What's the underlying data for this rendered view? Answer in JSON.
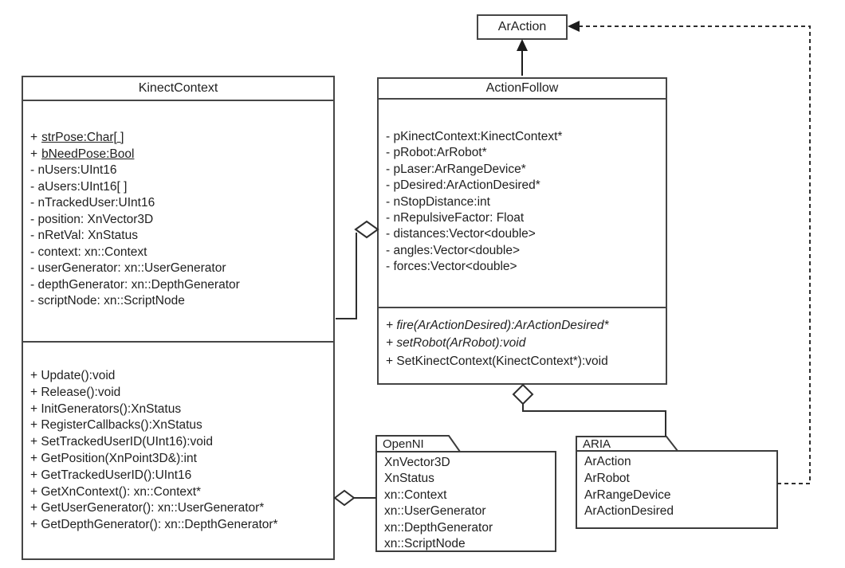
{
  "diagram": {
    "type": "uml-class-diagram",
    "colors": {
      "background": "#ffffff",
      "box_border": "#464646",
      "text": "#1f1f1f",
      "connector_line": "#3a3a3a"
    }
  },
  "ar_action": {
    "title": "ArAction"
  },
  "kinect": {
    "title": "KinectContext",
    "static_prefix": "+",
    "static_attributes": [
      "strPose:Char[ ]",
      "bNeedPose:Bool"
    ],
    "attributes": [
      "- nUsers:UInt16",
      "- aUsers:UInt16[ ]",
      "- nTrackedUser:UInt16",
      "- position: XnVector3D",
      "- nRetVal: XnStatus",
      "- context: xn::Context",
      "- userGenerator: xn::UserGenerator",
      "- depthGenerator: xn::DepthGenerator",
      "- scriptNode: xn::ScriptNode"
    ],
    "methods": [
      "+ Update():void",
      "+ Release():void",
      "+ InitGenerators():XnStatus",
      "+ RegisterCallbacks():XnStatus",
      "+ SetTrackedUserID(UInt16):void",
      "+ GetPosition(XnPoint3D&):int",
      "+ GetTrackedUserID():UInt16",
      "+ GetXnContext(): xn::Context*",
      "+ GetUserGenerator(): xn::UserGenerator*",
      "+ GetDepthGenerator(): xn::DepthGenerator*"
    ]
  },
  "action_follow": {
    "title": "ActionFollow",
    "attributes": [
      "- pKinectContext:KinectContext*",
      "- pRobot:ArRobot*",
      "- pLaser:ArRangeDevice*",
      "- pDesired:ArActionDesired*",
      "- nStopDistance:int",
      "- nRepulsiveFactor: Float",
      "- distances:Vector<double>",
      "- angles:Vector<double>",
      "- forces:Vector<double>"
    ],
    "abstract_methods": [
      "+ fire(ArActionDesired):ArActionDesired*",
      "+ setRobot(ArRobot):void"
    ],
    "methods": [
      "+ SetKinectContext(KinectContext*):void"
    ]
  },
  "openni": {
    "title": "OpenNI",
    "items": [
      "XnVector3D",
      "XnStatus",
      "xn::Context",
      "xn::UserGenerator",
      "xn::DepthGenerator",
      "xn::ScriptNode"
    ]
  },
  "aria": {
    "title": "ARIA",
    "items": [
      "ArAction",
      "ArRobot",
      "ArRangeDevice",
      "ArActionDesired"
    ]
  }
}
